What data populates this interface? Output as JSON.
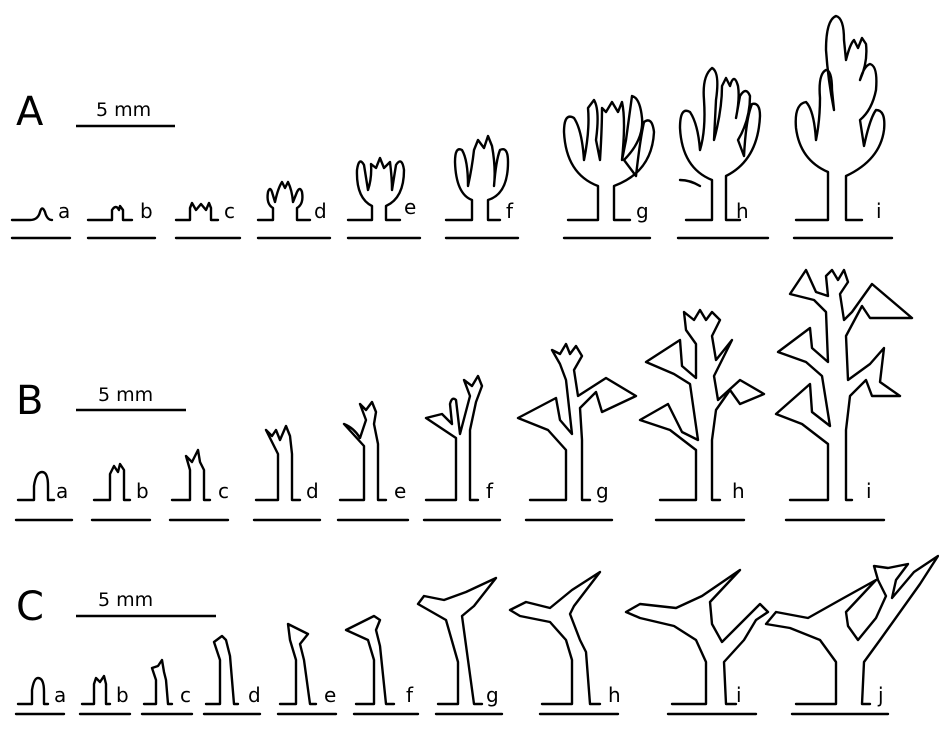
{
  "rows": [
    {
      "letter": "A",
      "scale": "5 mm",
      "stages": [
        "a",
        "b",
        "c",
        "d",
        "e",
        "f",
        "g",
        "h",
        "i"
      ]
    },
    {
      "letter": "B",
      "scale": "5 mm",
      "stages": [
        "a",
        "b",
        "c",
        "d",
        "e",
        "f",
        "g",
        "h",
        "i"
      ]
    },
    {
      "letter": "C",
      "scale": "5 mm",
      "stages": [
        "a",
        "b",
        "c",
        "d",
        "e",
        "f",
        "g",
        "h",
        "i",
        "j"
      ]
    }
  ]
}
